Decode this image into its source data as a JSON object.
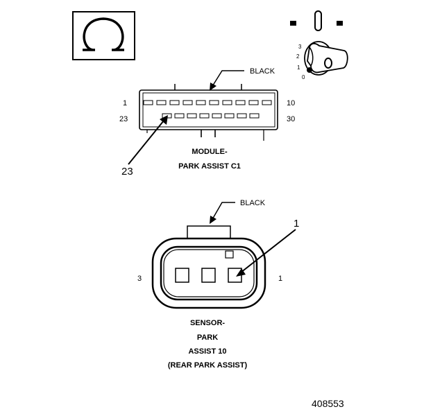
{
  "key_symbol": {
    "positions": [
      "3",
      "2",
      "1",
      "0"
    ]
  },
  "module_connector": {
    "wire_color": "BLACK",
    "pin_start_top": "1",
    "pin_end_top": "10",
    "pin_start_bottom": "23",
    "pin_end_bottom": "30",
    "callout_pin": "23",
    "name_line1": "MODULE-",
    "name_line2": "PARK ASSIST C1"
  },
  "sensor_connector": {
    "wire_color": "BLACK",
    "callout_pin": "1",
    "pin_left": "3",
    "pin_right": "1",
    "name_line1": "SENSOR-",
    "name_line2": "PARK",
    "name_line3": "ASSIST 10",
    "name_line4": "(REAR PARK ASSIST)"
  },
  "figure_id": "408553"
}
